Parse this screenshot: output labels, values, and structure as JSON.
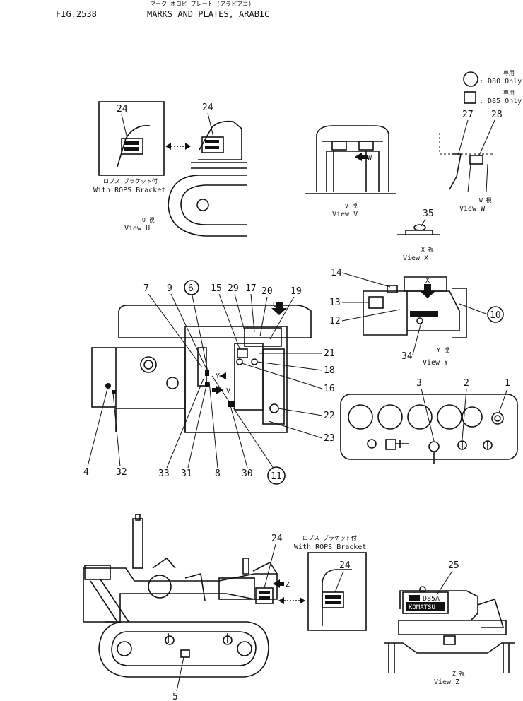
{
  "header": {
    "fig": "FIG.2538",
    "japanese": "マーク オヨビ プレート (アラビアゴ)",
    "title": "MARKS AND PLATES, ARABIC"
  },
  "legend": [
    {
      "shape": "circle",
      "text": ": D80 Only",
      "jp": "専用"
    },
    {
      "shape": "square",
      "text": ": D85 Only",
      "jp": "専用"
    }
  ],
  "views": {
    "rops_jp": "ロプス ブラケット付",
    "rops_en": "With ROPS Bracket",
    "u_jp": "U 視",
    "u_en": "View U",
    "v_jp": "V 視",
    "v_en": "View V",
    "w_jp": "W 視",
    "w_en": "View W",
    "x_jp": "X 視",
    "x_en": "View X",
    "y_jp": "Y 視",
    "y_en": "View Y",
    "z_jp": "Z 視",
    "z_en": "View Z"
  },
  "markers": {
    "U": "U",
    "V": "V",
    "W": "W",
    "X": "X",
    "Y": "Y",
    "Z": "Z"
  },
  "plate_text": {
    "d85a": "D85A",
    "komatsu": "KOMATSU"
  },
  "callouts": {
    "n1": "1",
    "n2": "2",
    "n3": "3",
    "n4": "4",
    "n5": "5",
    "n6": "6",
    "n7": "7",
    "n8": "8",
    "n9": "9",
    "n10": "10",
    "n11": "11",
    "n12": "12",
    "n13": "13",
    "n14": "14",
    "n15": "15",
    "n16": "16",
    "n17": "17",
    "n18": "18",
    "n19": "19",
    "n20": "20",
    "n21": "21",
    "n22": "22",
    "n23": "23",
    "n24": "24",
    "n25": "25",
    "n27": "27",
    "n28": "28",
    "n29": "29",
    "n30": "30",
    "n31": "31",
    "n32": "32",
    "n33": "33",
    "n34": "34",
    "n35": "35"
  }
}
